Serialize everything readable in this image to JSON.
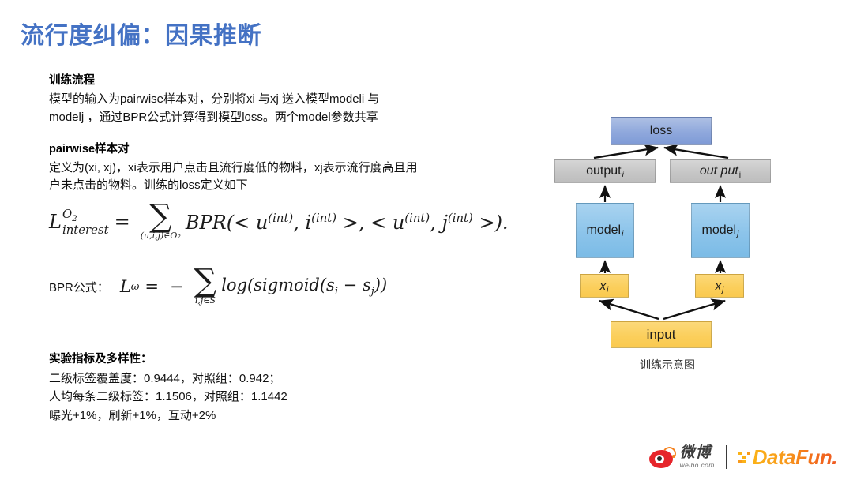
{
  "slide": {
    "title": "流行度纠偏：因果推断"
  },
  "content": {
    "section1": {
      "heading": "训练流程",
      "line1": "模型的输入为pairwise样本对，分别将xi 与xj 送入模型modeli 与",
      "line2": "modelj ，通过BPR公式计算得到模型loss。两个model参数共享"
    },
    "section2": {
      "heading": "pairwise样本对",
      "line1": "定义为(xi, xj)，xi表示用户点击且流行度低的物料，xj表示流行度高且用",
      "line2": "户未点击的物料。训练的loss定义如下"
    },
    "formula_main": {
      "lhs_base": "L",
      "lhs_sup": "O",
      "lhs_sup_sub": "2",
      "lhs_sub": "interest",
      "equals": "=",
      "sum_symbol": "∑",
      "sum_limits": "(u,i,j)∈O₂",
      "body_fn": "BPR",
      "body_rest": "(< u(int), i(int) >, < u(int), j(int) >)."
    },
    "formula_bpr": {
      "label": "BPR公式：",
      "lhs": "L",
      "lhs_sub": "ω",
      "equals": "=",
      "minus": "−",
      "sum_symbol": "∑",
      "sum_limits": "i,j∈S",
      "body": "log(sigmoid(si − sj))"
    },
    "metrics": {
      "heading": "实验指标及多样性：",
      "line1": "二级标签覆盖度：0.9444，对照组：0.942；",
      "line2": "人均每条二级标签：1.1506，对照组：1.1442",
      "line3": "曝光+1%，刷新+1%，互动+2%"
    }
  },
  "diagram": {
    "caption": "训练示意图",
    "nodes": {
      "loss": "loss",
      "output_i_base": "output",
      "output_i_sub": "i",
      "output_j_base": "out put",
      "output_j_sub": "j",
      "model_i_base": "model",
      "model_i_sub": "i",
      "model_j_base": "model",
      "model_j_sub": "j",
      "x_i_base": "x",
      "x_i_sub": "i",
      "x_j_base": "x",
      "x_j_sub": "j",
      "input": "input"
    },
    "colors": {
      "loss": "#8fa8dc",
      "output": "#c6c6c6",
      "model": "#8cc4ea",
      "x_and_input": "#fbcf5c",
      "arrow": "#111111"
    }
  },
  "footer": {
    "weibo": {
      "cn": "微博",
      "en": "weibo.com"
    },
    "datafun": {
      "text": "DataFun."
    }
  },
  "theme": {
    "title_color": "#4472c4",
    "text_color": "#111111",
    "background": "#ffffff"
  }
}
